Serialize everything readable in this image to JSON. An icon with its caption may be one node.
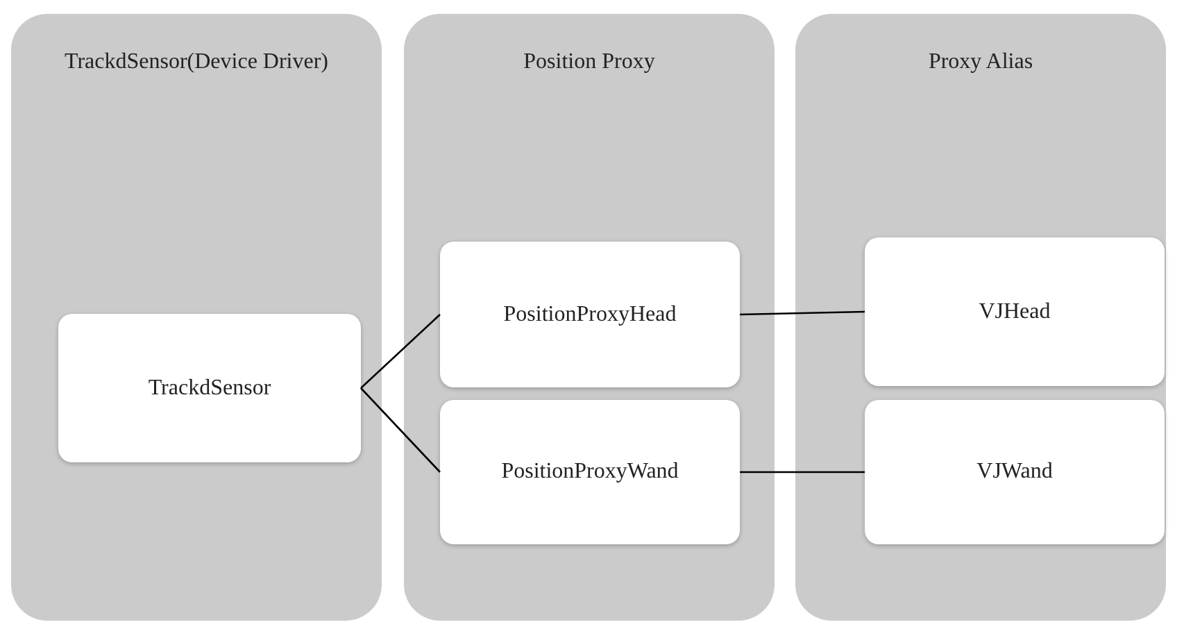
{
  "diagram": {
    "nodes": [
      {
        "text": [
          "TrackdSensor(Device Driver)"
        ]
      },
      {
        "text": [
          "Position Proxy"
        ]
      },
      {
        "text": [
          "Proxy Alias"
        ]
      },
      {
        "text": [
          "TrackdSensor"
        ],
        "in": 0
      },
      {
        "text": [
          "PositionProxyHead"
        ],
        "in": 1
      },
      {
        "text": [
          "PositionProxyWand"
        ],
        "in": 1
      },
      {
        "text": [
          "VJHead"
        ],
        "in": 2
      },
      {
        "text": [
          "VJWand"
        ],
        "in": 2
      }
    ],
    "edges": [
      {
        "from": 3,
        "to": 4,
        "arrow": "none"
      },
      {
        "from": 3,
        "to": 5,
        "arrow": "none"
      },
      {
        "from": 4,
        "to": 6,
        "arrow": "none"
      },
      {
        "from": 5,
        "to": 7,
        "arrow": "none"
      }
    ]
  }
}
